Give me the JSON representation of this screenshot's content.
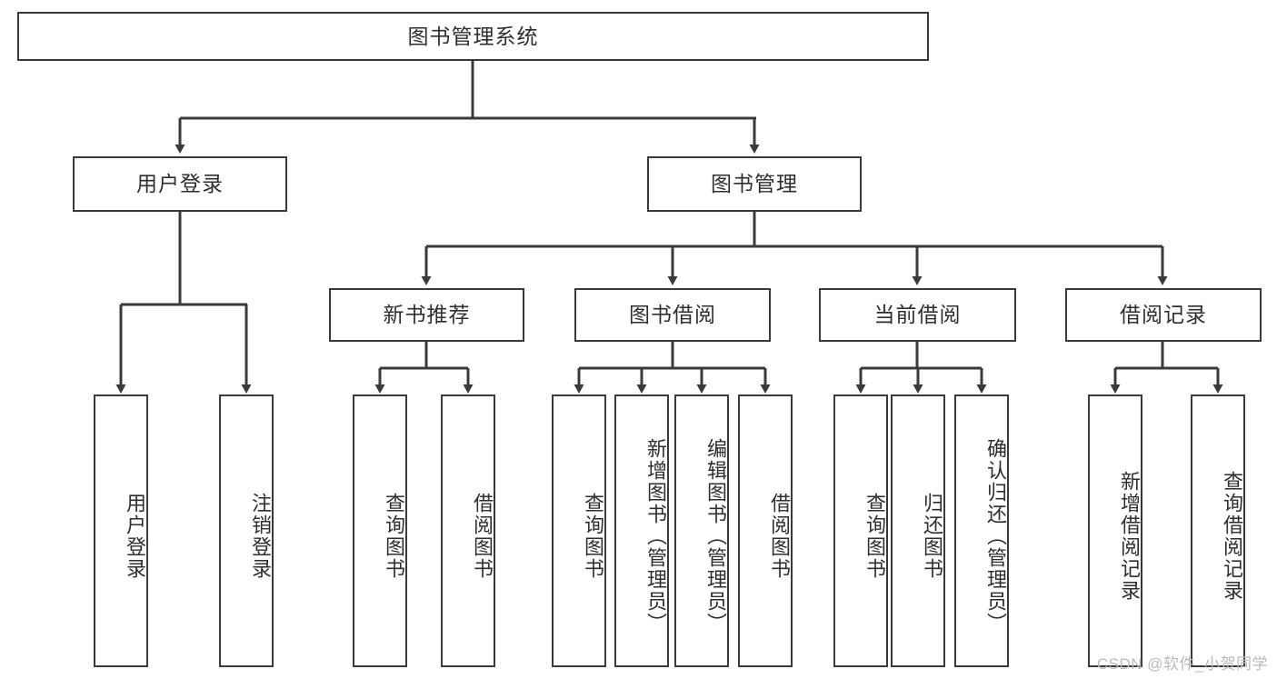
{
  "diagram": {
    "type": "tree",
    "title": "图书管理系统",
    "orientation": "top-down",
    "root": {
      "id": "root",
      "label": "图书管理系统",
      "orientation": "horizontal"
    },
    "level2": [
      {
        "id": "user-login",
        "label": "用户登录",
        "orientation": "horizontal"
      },
      {
        "id": "book-manage",
        "label": "图书管理",
        "orientation": "horizontal"
      }
    ],
    "level3": [
      {
        "id": "new-book-rec",
        "label": "新书推荐",
        "orientation": "horizontal",
        "parent": "book-manage"
      },
      {
        "id": "book-borrow",
        "label": "图书借阅",
        "orientation": "horizontal",
        "parent": "book-manage"
      },
      {
        "id": "current-borrow",
        "label": "当前借阅",
        "orientation": "horizontal",
        "parent": "book-manage"
      },
      {
        "id": "borrow-record",
        "label": "借阅记录",
        "orientation": "horizontal",
        "parent": "book-manage"
      }
    ],
    "leaves": [
      {
        "id": "leaf-user-login",
        "label": "用户登录",
        "parent": "user-login"
      },
      {
        "id": "leaf-logout",
        "label": "注销登录",
        "parent": "user-login"
      },
      {
        "id": "leaf-query-book-1",
        "label": "查询图书",
        "parent": "new-book-rec"
      },
      {
        "id": "leaf-borrow-book-1",
        "label": "借阅图书",
        "parent": "new-book-rec"
      },
      {
        "id": "leaf-query-book-2",
        "label": "查询图书",
        "parent": "book-borrow"
      },
      {
        "id": "leaf-add-book",
        "label": "新增图书（管理员）",
        "parent": "book-borrow"
      },
      {
        "id": "leaf-edit-book",
        "label": "编辑图书（管理员）",
        "parent": "book-borrow"
      },
      {
        "id": "leaf-borrow-book-2",
        "label": "借阅图书",
        "parent": "book-borrow"
      },
      {
        "id": "leaf-query-book-3",
        "label": "查询图书",
        "parent": "current-borrow"
      },
      {
        "id": "leaf-return-book",
        "label": "归还图书",
        "parent": "current-borrow"
      },
      {
        "id": "leaf-confirm-return",
        "label": "确认归还（管理员）",
        "parent": "current-borrow"
      },
      {
        "id": "leaf-add-record",
        "label": "新增借阅记录",
        "parent": "borrow-record"
      },
      {
        "id": "leaf-query-record",
        "label": "查询借阅记录",
        "parent": "borrow-record"
      }
    ],
    "colors": {
      "box_border": "#3a3a3a",
      "box_fill": "#ffffff",
      "text": "#2e2e2e",
      "connector": "#3a3a3a",
      "watermark": "#b9b9b9",
      "background": "#ffffff"
    }
  },
  "watermark": {
    "text": "CSDN @软件_小贺同学"
  }
}
